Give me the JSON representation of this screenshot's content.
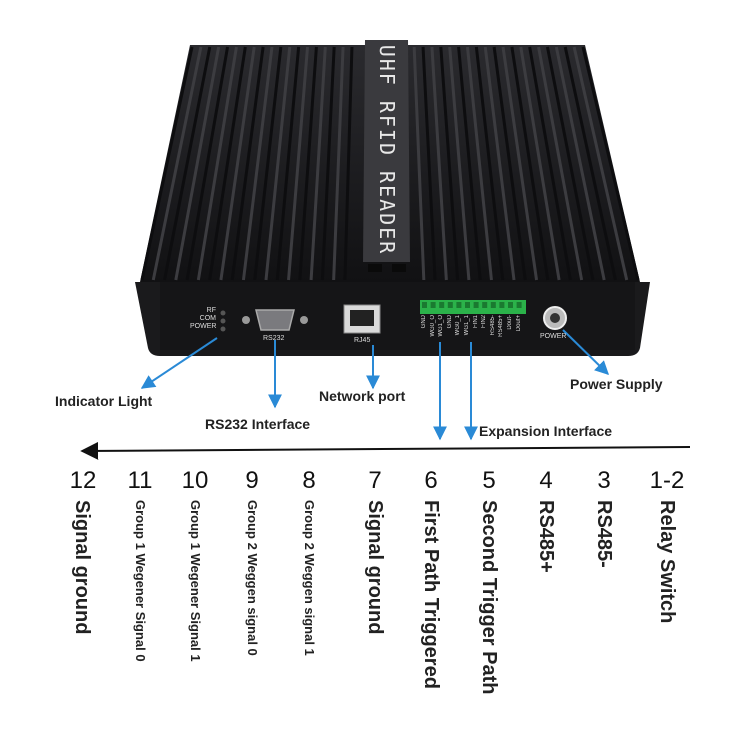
{
  "device": {
    "top_label": "UHF RFID READER",
    "indicators": [
      "RF",
      "COM",
      "POWER"
    ],
    "port_rs232": "RS232",
    "port_rj45": "RJ45",
    "port_power": "POWER",
    "terminal_labels": [
      "GND",
      "WG0_O",
      "WG1_O",
      "GND",
      "WG0_1",
      "WG1_1",
      "FIN1",
      "FIN2",
      "RS485-",
      "RS485+",
      "Dout-",
      "Dout+"
    ]
  },
  "callouts": {
    "indicator": "Indicator Light",
    "rs232": "RS232 Interface",
    "network": "Network port",
    "expansion": "Expansion Interface",
    "power": "Power Supply"
  },
  "pins": [
    {
      "num": "12",
      "label": "Signal ground"
    },
    {
      "num": "11",
      "label": "Group 1 Wegener Signal 0"
    },
    {
      "num": "10",
      "label": "Group 1 Wegener Signal 1"
    },
    {
      "num": "9",
      "label": "Group 2 Weggen signal 0"
    },
    {
      "num": "8",
      "label": "Group 2 Weggen signal 1"
    },
    {
      "num": "7",
      "label": "Signal ground"
    },
    {
      "num": "6",
      "label": "First Path Triggered"
    },
    {
      "num": "5",
      "label": "Second Trigger Path"
    },
    {
      "num": "4",
      "label": "RS485+"
    },
    {
      "num": "3",
      "label": "RS485-"
    },
    {
      "num": "1-2",
      "label": "Relay Switch"
    }
  ],
  "colors": {
    "body": "#1b1b1d",
    "fin": "#2a2a2d",
    "terminal": "#2bb24a",
    "arrow": "#2a8ad6"
  }
}
